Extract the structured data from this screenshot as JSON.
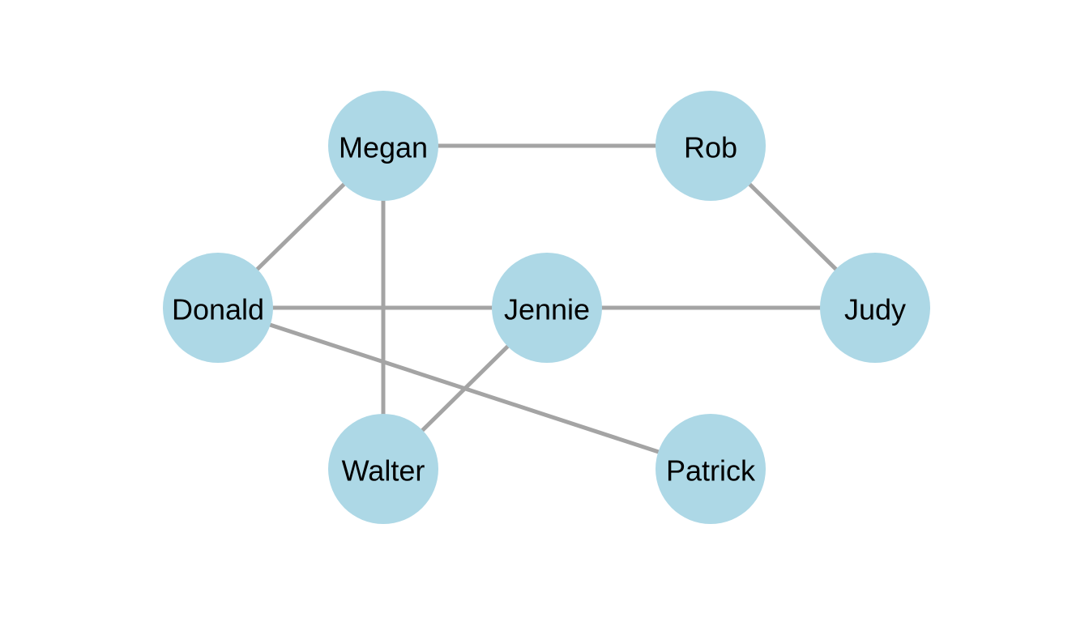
{
  "graph": {
    "colors": {
      "node_fill": "#add8e6",
      "edge_stroke": "#a4a4a4",
      "label": "#000000",
      "background": "#ffffff"
    },
    "nodes": [
      {
        "id": "megan",
        "label": "Megan"
      },
      {
        "id": "rob",
        "label": "Rob"
      },
      {
        "id": "donald",
        "label": "Donald"
      },
      {
        "id": "jennie",
        "label": "Jennie"
      },
      {
        "id": "judy",
        "label": "Judy"
      },
      {
        "id": "walter",
        "label": "Walter"
      },
      {
        "id": "patrick",
        "label": "Patrick"
      }
    ],
    "edges": [
      {
        "source": "megan",
        "target": "rob"
      },
      {
        "source": "megan",
        "target": "donald"
      },
      {
        "source": "megan",
        "target": "walter"
      },
      {
        "source": "rob",
        "target": "judy"
      },
      {
        "source": "donald",
        "target": "jennie"
      },
      {
        "source": "jennie",
        "target": "judy"
      },
      {
        "source": "donald",
        "target": "patrick"
      },
      {
        "source": "jennie",
        "target": "walter"
      }
    ]
  }
}
